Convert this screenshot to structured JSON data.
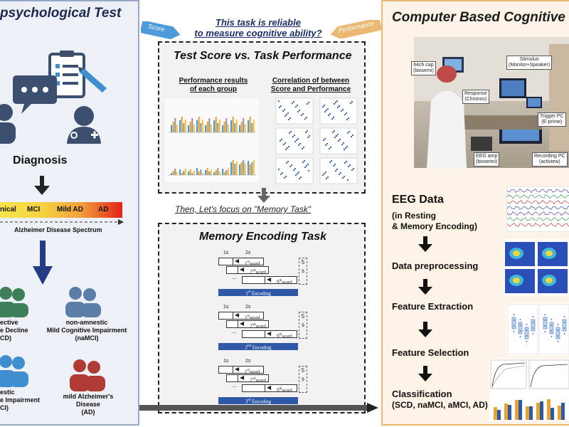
{
  "left": {
    "title": "psychological Test",
    "diagnosis": "Diagnosis",
    "spectrum_labels": [
      "nical",
      "MCI",
      "Mild AD",
      "AD"
    ],
    "spectrum_caption": "Alzheimer Disease Spectrum",
    "groups": [
      {
        "line1": "ective",
        "line2": "e Decline",
        "line3": "CD)"
      },
      {
        "line1": "non-amnestic",
        "line2": "Mild Cognitive Impairment",
        "line3": "(naMCI)"
      },
      {
        "line1": "estic",
        "line2": "e Impairment",
        "line3": "CI)"
      },
      {
        "line1": "mild Alzheimer's",
        "line2": "Disease",
        "line3": "(AD)"
      }
    ],
    "colors": {
      "green": "#3e7e58",
      "blue_gray": "#5a7ea8",
      "light_blue": "#3f8fd0",
      "red": "#b03a34"
    }
  },
  "middle": {
    "question_line1": "This task is reliable",
    "question_line2": "to measure cognitive ability?",
    "score_tag": "Score",
    "performance_tag": "Performance",
    "box1_title": "Test Score vs. Task Performance",
    "perf_line1": "Performance results",
    "perf_line2": "of each group",
    "corr_line1": "Correlation of between",
    "corr_line2": "Score and Performance",
    "focus_text": "Then, Let's focus on \"Memory Task\"",
    "box2_title": "Memory Encoding Task",
    "timing_1s": "1s",
    "timing_2s": "2s",
    "word1_prefix": "1",
    "word1_sup": "st",
    "word2_prefix": "2",
    "word2_sup": "nd",
    "word9_prefix": "9",
    "word9_sup": "th",
    "word_suffix": "word",
    "ellipsis": "...",
    "five_s": "5",
    "five_s2": "s",
    "enc1": "1st Encoding",
    "enc2": "2nd Encoding",
    "enc3": "3rd Encoding"
  },
  "right": {
    "title": "Computer Based Cognitive",
    "photo_labels": {
      "cap": "64ch cap\n(biosemi)",
      "stimulus": "Stimulus\n(Monitor+Speaker)",
      "response": "Response\n(Chronos)",
      "trigger": "Trigger PC\n(E-prime)",
      "eeg": "EEG amp\n(bioseimi)",
      "recording": "Recording PC\n(actiview)"
    },
    "eeg_data": "EEG Data",
    "eeg_sub1": "(in Resting",
    "eeg_sub2": "& Memory Encoding)",
    "steps": [
      "Data preprocessing",
      "Feature Extraction",
      "Feature Selection"
    ],
    "classification": "Classification",
    "classes": "(SCD, naMCI, aMCI, AD)",
    "accent_orange": "#e8a331",
    "accent_blue": "#2f59a6"
  }
}
